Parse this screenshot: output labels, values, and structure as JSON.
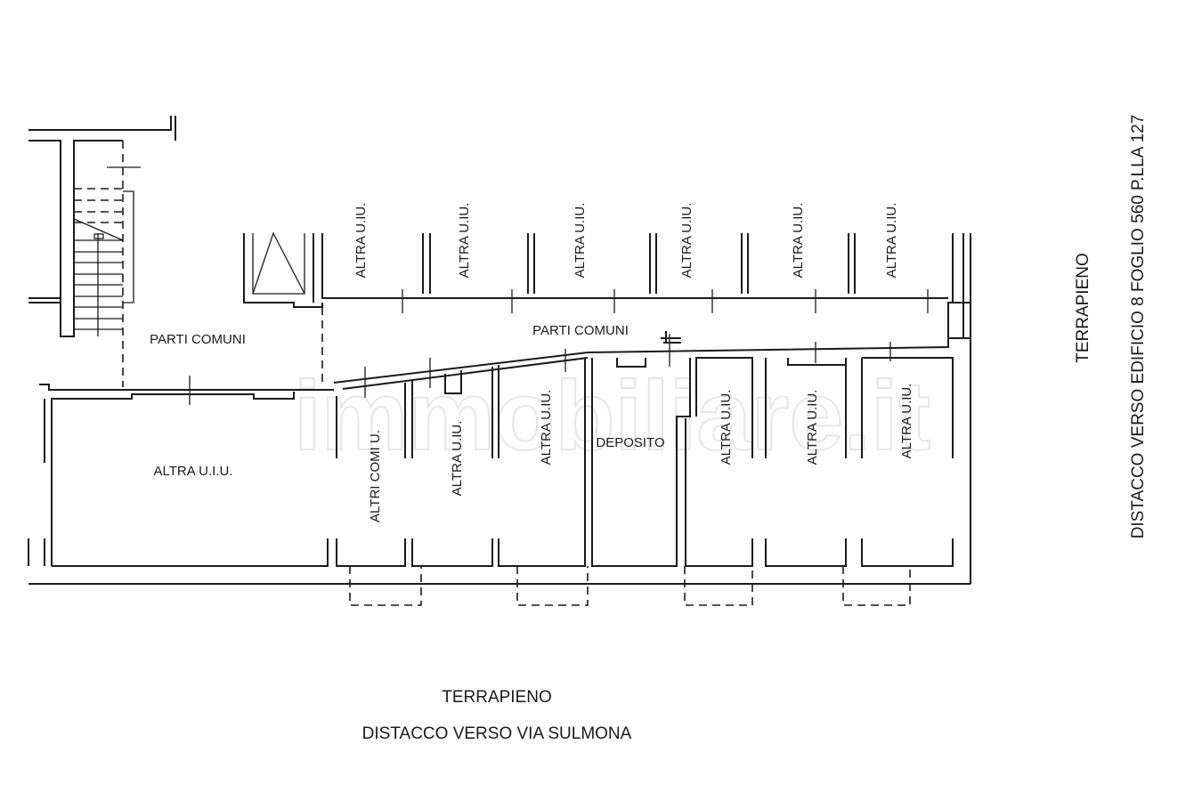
{
  "rooms": {
    "parti_comuni_left": "PARTI COMUNI",
    "parti_comuni_corridor": "PARTI COMUNI",
    "altra_uiu_large": "ALTRA U.I.U.",
    "deposito": "DEPOSITO",
    "top_units": [
      "ALTRA U.IU.",
      "ALTRA U.IU.",
      "ALTRA U.IU.",
      "ALTRA U.IU.",
      "ALTRA U.IU.",
      "ALTRA U.IU."
    ],
    "bottom_units": [
      "ALTRI COMI U.",
      "ALTRA U.IU.",
      "ALTRA U.IU.",
      "ALTRA U.IU.",
      "ALTRA U.IU.",
      "ALTRA U.IU."
    ]
  },
  "annotations": {
    "right_terrapieno": "TERRAPIENO",
    "right_distacco": "DISTACCO VERSO EDIFICIO 8 FOGLIO 560 P.LLA 127",
    "bottom_terrapieno": "TERRAPIENO",
    "bottom_distacco": "DISTACCO VERSO VIA SULMONA"
  },
  "watermark": "immobiliare.it"
}
